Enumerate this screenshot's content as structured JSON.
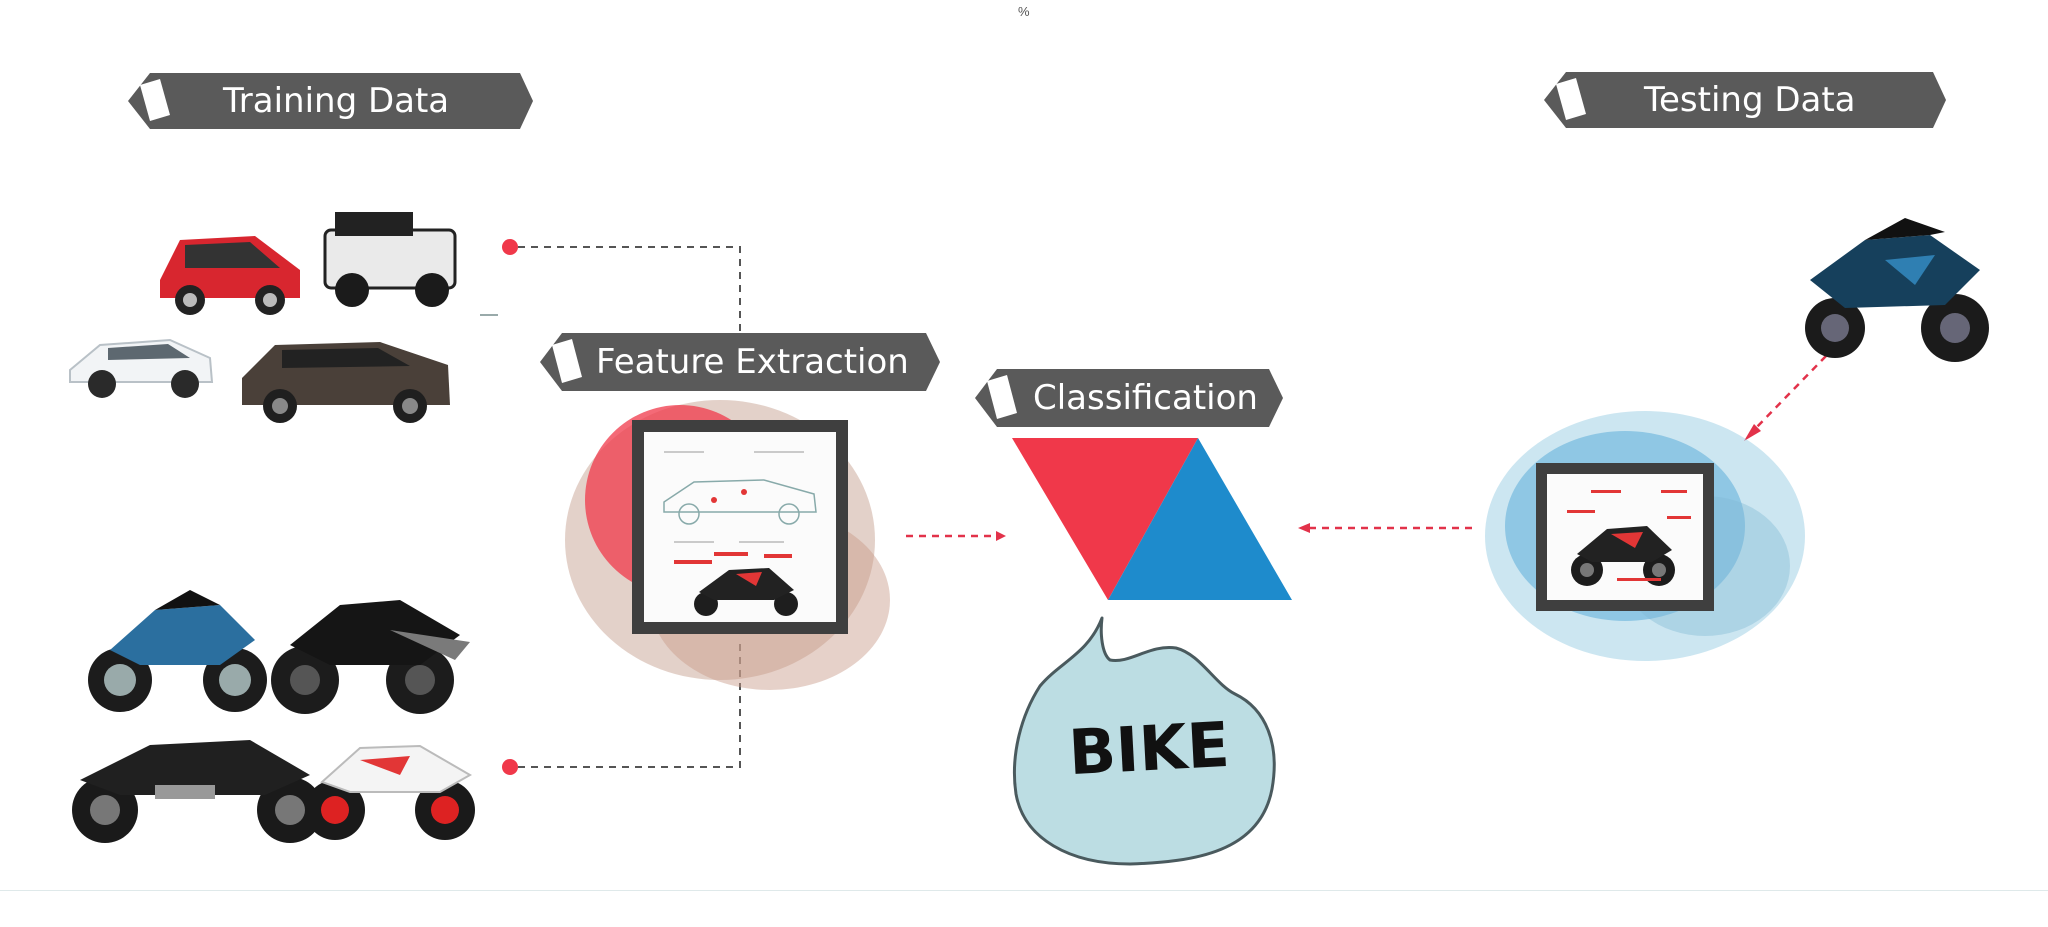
{
  "top_mark": "%",
  "banners": {
    "training": "Training Data",
    "testing": "Testing Data",
    "feature": "Feature Extraction",
    "classification": "Classification"
  },
  "result": {
    "label": "BIKE"
  },
  "colors": {
    "banner": "#5a5a5a",
    "accent_red": "#f0384a",
    "accent_blue": "#1e8bcc",
    "bubble": "#bcdde3",
    "frame": "#3f3f3f"
  },
  "icons": {
    "banner_tab": "tag-icon",
    "connector_dot": "dot-icon",
    "arrow": "arrow-right-icon"
  }
}
